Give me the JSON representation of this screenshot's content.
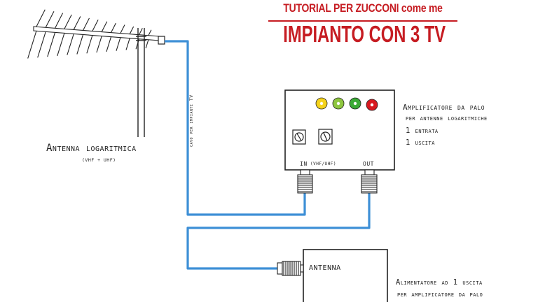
{
  "header": {
    "line1": "TUTORIAL PER ZUCCONI come me",
    "line2": "IMPIANTO CON 3 TV"
  },
  "antenna": {
    "label": "Antenna logaritmica",
    "sublabel": "(VHF + UHF)"
  },
  "cable": {
    "label": "cavo per impianti TV"
  },
  "amplifier": {
    "in_label": "IN",
    "in_band": "(VHF/UHF)",
    "out_label": "OUT",
    "leds": [
      "#f5d31c",
      "#8ec63f",
      "#3aaa35",
      "#d7191f"
    ],
    "desc": [
      "Amplificatore da palo",
      "per antenne logaritmiche",
      "1 entrata",
      "1 uscita"
    ]
  },
  "power_supply": {
    "port_label": "ANTENNA",
    "desc": [
      "Alimentatore ad 1 uscita",
      "per amplificatore da palo"
    ]
  },
  "colors": {
    "title": "#c61c22",
    "cable": "#3d8fd6",
    "ink": "#222222"
  }
}
